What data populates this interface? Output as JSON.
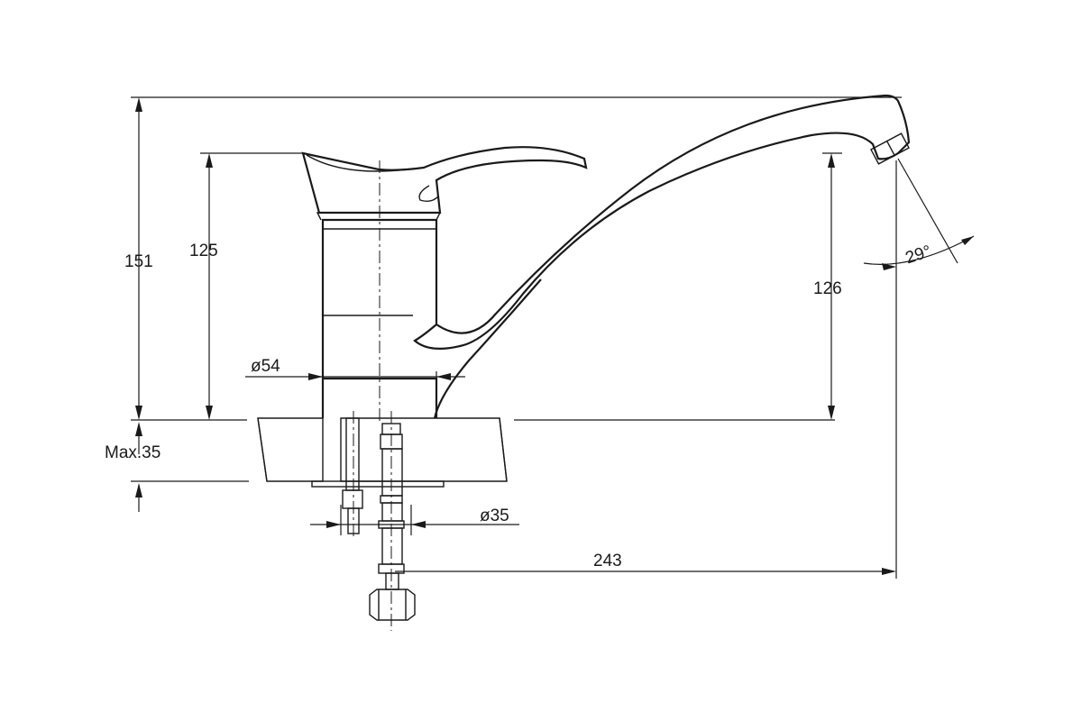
{
  "dimensions": {
    "total_height": "151",
    "handle_height": "125",
    "spout_height": "126",
    "base_diameter": "ø54",
    "hole_diameter": "ø35",
    "reach": "243",
    "max_thickness": "Max.35",
    "spout_angle": "29°"
  },
  "colors": {
    "line": "#1a1a1a",
    "background": "#ffffff"
  },
  "icons": {
    "mount_hatch": "hatched-countertop",
    "hose": "braided-hose"
  }
}
